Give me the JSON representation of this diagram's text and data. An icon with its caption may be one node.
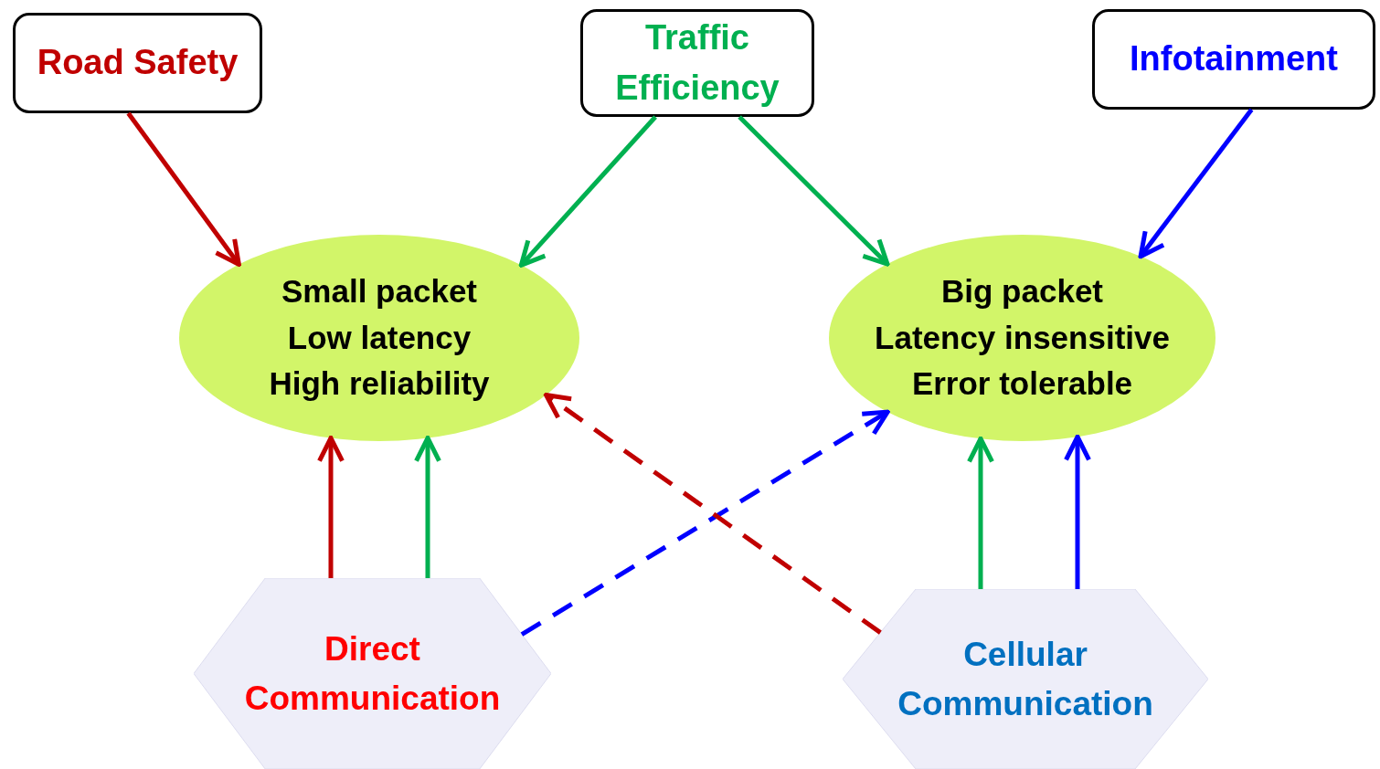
{
  "diagram": {
    "nodes": [
      {
        "text": [
          "Road Safety"
        ]
      },
      {
        "text": [
          "Traffic Efficiency"
        ]
      },
      {
        "text": [
          "Infotainment"
        ]
      },
      {
        "text": [
          "Small packet",
          "Low latency",
          "High reliability"
        ]
      },
      {
        "text": [
          "Big packet",
          "Latency insensitive",
          "Error tolerable"
        ]
      },
      {
        "text": [
          "Direct Communication"
        ]
      },
      {
        "text": [
          "Cellular Communication"
        ]
      }
    ],
    "edges": [
      {
        "from": 0,
        "to": 3,
        "arrow": "to",
        "color": "#c00000"
      },
      {
        "from": 1,
        "to": 3,
        "arrow": "to"
      },
      {
        "from": 1,
        "to": 4,
        "arrow": "to"
      },
      {
        "from": 2,
        "to": 4,
        "arrow": "to",
        "color": "#0000ff"
      },
      {
        "from": 5,
        "to": 3,
        "arrow": "to",
        "color": "#c00000"
      },
      {
        "from": 5,
        "to": 3,
        "arrow": "to"
      },
      {
        "from": 5,
        "to": 4,
        "arrow": "to",
        "style": "dashed",
        "color": "#0000ff"
      },
      {
        "from": 6,
        "to": 3,
        "arrow": "to",
        "style": "dashed",
        "color": "#c00000"
      },
      {
        "from": 6,
        "to": 4,
        "arrow": "to"
      },
      {
        "from": 6,
        "to": 4,
        "arrow": "to",
        "color": "#0000ff"
      }
    ]
  }
}
